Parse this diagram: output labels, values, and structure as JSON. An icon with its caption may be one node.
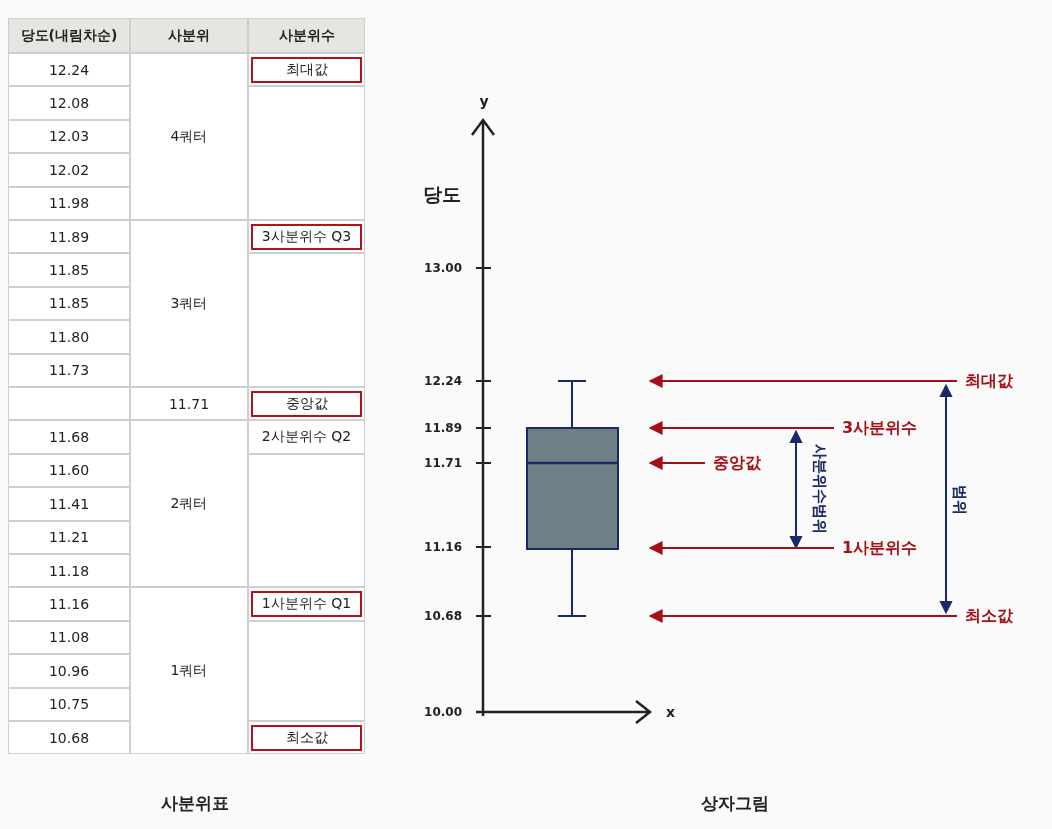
{
  "diagram": {
    "nodes": [
      {
        "text": [
          "최대값"
        ]
      },
      {
        "text": [
          "3사분위수"
        ]
      },
      {
        "text": [
          "중앙값"
        ]
      },
      {
        "text": [
          "1사분위수"
        ]
      },
      {
        "text": [
          "최소값"
        ]
      }
    ],
    "edges": [
      {
        "from": 0,
        "to": null,
        "arrow": "to"
      },
      {
        "from": 1,
        "to": null,
        "arrow": "to"
      },
      {
        "from": 2,
        "to": null,
        "arrow": "to"
      },
      {
        "from": 3,
        "to": null,
        "arrow": "to"
      },
      {
        "from": 4,
        "to": null,
        "arrow": "to"
      }
    ],
    "labels": [
      "당도(내림차순)",
      "사분위",
      "사분위수",
      "12.24",
      "4쿼터",
      "최대값",
      "12.08",
      "12.03",
      "12.02",
      "11.98",
      "11.89",
      "3쿼터",
      "3사분위수 Q3",
      "11.85",
      "11.85",
      "11.80",
      "11.73",
      "11.71",
      "중앙값",
      "11.68",
      "2쿼터",
      "2사분위수 Q2",
      "11.60",
      "11.41",
      "11.21",
      "11.18",
      "11.16",
      "1쿼터",
      "1사분위수 Q1",
      "11.08",
      "10.96",
      "10.75",
      "10.68",
      "최소값",
      "사분위표",
      "y",
      "당도",
      "13.00",
      "12.24",
      "11.89",
      "11.71",
      "11.16",
      "10.68",
      "10.00",
      "x",
      "사분위수범위",
      "범위",
      "상자그림"
    ]
  }
}
